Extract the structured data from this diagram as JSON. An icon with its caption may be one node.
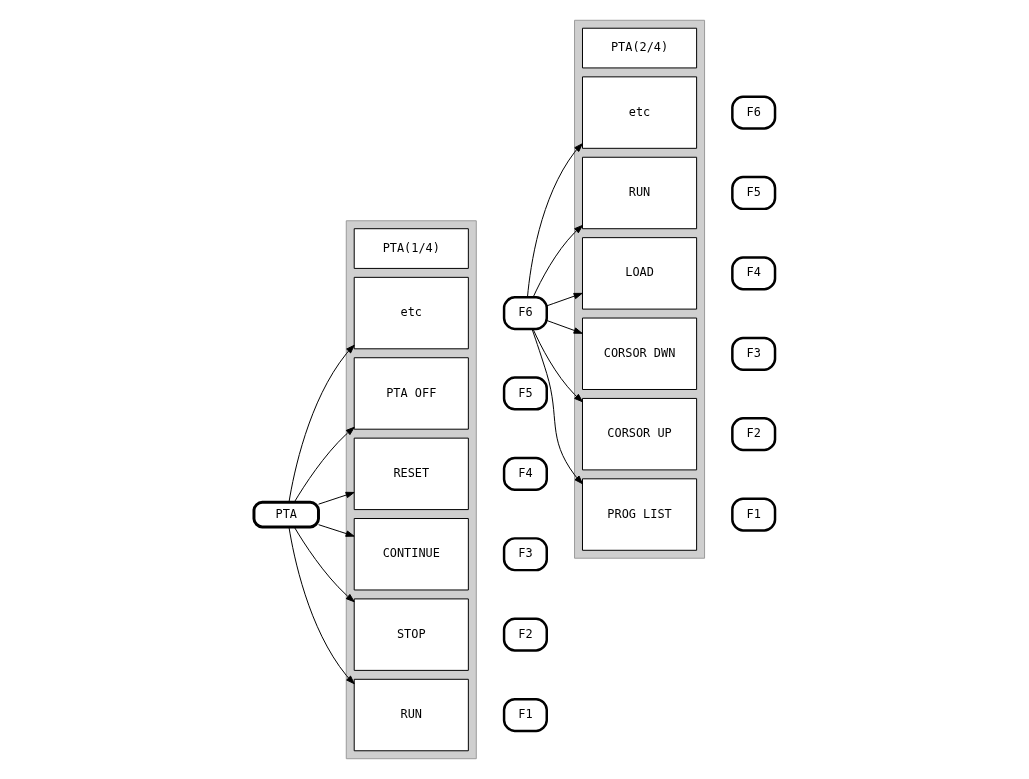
{
  "diagram": {
    "nodes": [
      {
        "text": [
          "PTA"
        ]
      },
      {
        "text": [],
        "shape": "bar"
      },
      {
        "text": [
          "PTA(1/4)"
        ],
        "in": 1
      },
      {
        "text": [
          "RUN"
        ],
        "in": 1
      },
      {
        "text": [
          "STOP"
        ],
        "in": 1
      },
      {
        "text": [
          "CONTINUE"
        ],
        "in": 1
      },
      {
        "text": [
          "RESET"
        ],
        "in": 1
      },
      {
        "text": [
          "PTA OFF"
        ],
        "in": 1
      },
      {
        "text": [
          "etc"
        ],
        "in": 1
      },
      {
        "text": [
          "F1"
        ]
      },
      {
        "text": [
          "F2"
        ]
      },
      {
        "text": [
          "F3"
        ]
      },
      {
        "text": [
          "F4"
        ]
      },
      {
        "text": [
          "F5"
        ]
      },
      {
        "text": [
          "F6"
        ]
      },
      {
        "text": [],
        "shape": "bar"
      },
      {
        "text": [
          "PTA(2/4)"
        ],
        "in": 15
      },
      {
        "text": [
          "PROG LIST"
        ],
        "in": 15
      },
      {
        "text": [
          "CORSOR UP"
        ],
        "in": 15
      },
      {
        "text": [
          "CORSOR DWN"
        ],
        "in": 15
      },
      {
        "text": [
          "LOAD"
        ],
        "in": 15
      },
      {
        "text": [
          "RUN"
        ],
        "in": 15
      },
      {
        "text": [
          "etc"
        ],
        "in": 15
      },
      {
        "text": [
          "F1"
        ]
      },
      {
        "text": [
          "F2"
        ]
      },
      {
        "text": [
          "F3"
        ]
      },
      {
        "text": [
          "F4"
        ]
      },
      {
        "text": [
          "F5"
        ]
      },
      {
        "text": [
          "F6"
        ]
      }
    ],
    "edges": [
      {
        "from": 0,
        "to": 3,
        "arrow": "to"
      },
      {
        "from": 0,
        "to": 4,
        "arrow": "to"
      },
      {
        "from": 0,
        "to": 5,
        "arrow": "to"
      },
      {
        "from": 0,
        "to": 6,
        "arrow": "to"
      },
      {
        "from": 0,
        "to": 7,
        "arrow": "to"
      },
      {
        "from": 0,
        "to": 8,
        "arrow": "to"
      },
      {
        "from": 14,
        "to": 17,
        "arrow": "to"
      },
      {
        "from": 14,
        "to": 18,
        "arrow": "to"
      },
      {
        "from": 14,
        "to": 19,
        "arrow": "to"
      },
      {
        "from": 14,
        "to": 20,
        "arrow": "to"
      },
      {
        "from": 14,
        "to": 21,
        "arrow": "to"
      },
      {
        "from": 14,
        "to": 22,
        "arrow": "to"
      }
    ]
  }
}
